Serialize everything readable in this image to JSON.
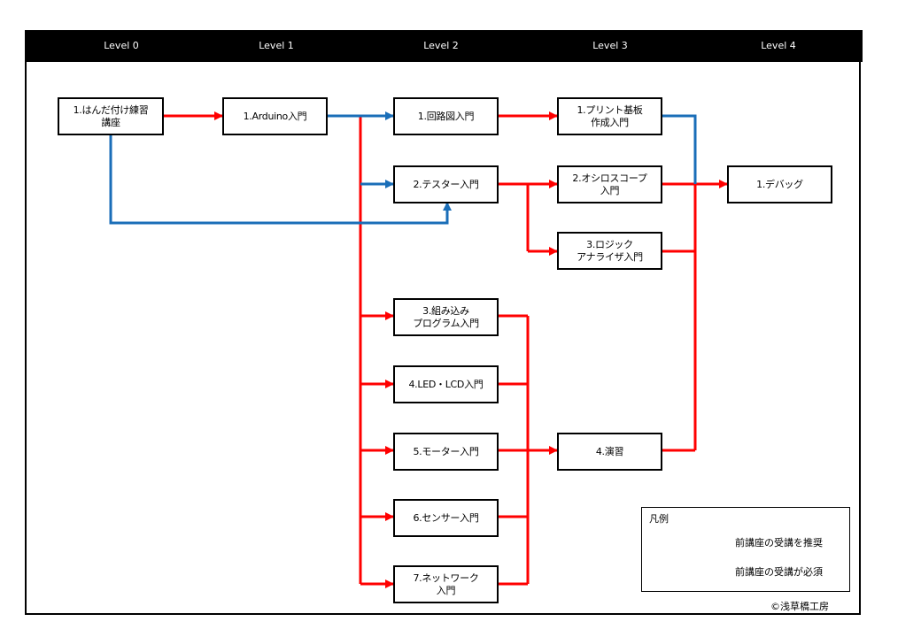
{
  "levels": [
    "Level 0",
    "Level 1",
    "Level 2",
    "Level 3",
    "Level 4"
  ],
  "nodes": {
    "soldering": "1.はんだ付け練習\n講座",
    "arduino": "1.Arduino入門",
    "circuit": "1.回路図入門",
    "tester": "2.テスター入門",
    "embedded": "3.組み込み\nプログラム入門",
    "led_lcd": "4.LED・LCD入門",
    "motor": "5.モーター入門",
    "sensor": "6.センサー入門",
    "network": "7.ネットワーク\n入門",
    "pcb": "1.プリント基板\n作成入門",
    "oscilloscope": "2.オシロスコープ\n入門",
    "logic_analyzer": "3.ロジック\nアナライザ入門",
    "exercise": "4.演習",
    "debug": "1.デバッグ"
  },
  "legend": {
    "title": "凡例",
    "recommended": "前講座の受講を推奨",
    "required": "前講座の受講が必須"
  },
  "copyright": "©浅草橋工房",
  "colors": {
    "required": "#ff0000",
    "recommended": "#1a6eb8"
  }
}
